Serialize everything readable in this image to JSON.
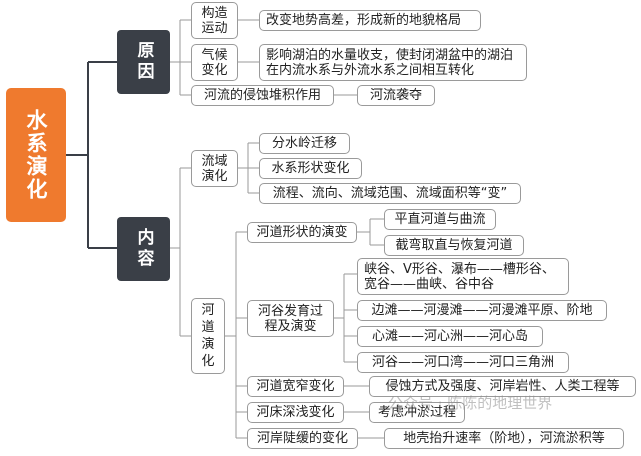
{
  "root": "水系演化",
  "reason": {
    "label": "原因",
    "items": [
      {
        "label": "构造运动",
        "detail": "改变地势高差，形成新的地貌格局"
      },
      {
        "label": "气候变化",
        "detail": "影响湖泊的水量收支，使封闭湖盆中的湖泊在内流水系与外流水系之间相互转化"
      },
      {
        "label": "河流的侵蚀堆积作用",
        "detail": "河流袭夺"
      }
    ]
  },
  "content": {
    "label": "内容",
    "basin": {
      "label": "流域演化",
      "items": [
        "分水岭迁移",
        "水系形状变化",
        "流程、流向、流域范围、流域面积等“变”"
      ]
    },
    "channel": {
      "label": "河道演化",
      "shape": {
        "label": "河道形状的演变",
        "items": [
          "平直河道与曲流",
          "截弯取直与恢复河道"
        ]
      },
      "valley": {
        "label": "河谷发育过程及演变",
        "items": [
          "峡谷、V形谷、瀑布——槽形谷、宽谷——曲峡、谷中谷",
          "边滩——河漫滩——河漫滩平原、阶地",
          "心滩——河心洲——河心岛",
          "河谷——河口湾——河口三角洲"
        ]
      },
      "width": {
        "label": "河道宽窄变化",
        "detail": "侵蚀方式及强度、河岸岩性、人类工程等"
      },
      "depth": {
        "label": "河床深浅变化",
        "detail": "考虑冲淤过程"
      },
      "slope": {
        "label": "河岸陡缓的变化",
        "detail": "地壳抬升速率（阶地），河流淤积等"
      }
    }
  },
  "watermark": "公众号 · 陈陈的地理世界",
  "colors": {
    "root": "#ef7a2e",
    "category": "#3a3f47",
    "line": "#3a3f47",
    "border": "#9a9a9a"
  }
}
